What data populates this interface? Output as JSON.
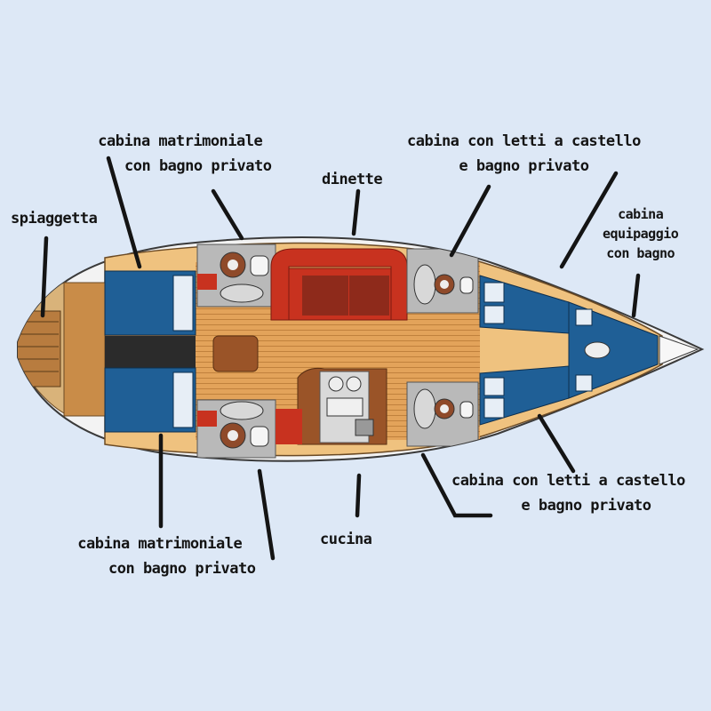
{
  "labels": {
    "master_cabin_top": {
      "line1": "cabina matrimoniale",
      "line2": "con bagno privato"
    },
    "bunk_cabin_top": {
      "line1": "cabina con letti a castello",
      "line2": "e bagno privato"
    },
    "dinette": {
      "line1": "dinette"
    },
    "spiaggetta": {
      "line1": "spiaggetta"
    },
    "crew_cabin": {
      "line1": "cabina",
      "line2": "equipaggio",
      "line3": "con bagno"
    },
    "bunk_cabin_bottom": {
      "line1": "cabina con letti a castello",
      "line2": "e bagno privato"
    },
    "cucina": {
      "line1": "cucina"
    },
    "master_cabin_bottom": {
      "line1": "cabina matrimoniale",
      "line2": "con bagno privato"
    }
  },
  "colors": {
    "background": "#dde8f6",
    "wood": "#e3a35a",
    "wood_light": "#efc27f",
    "bed_blue": "#1f5f96",
    "sofa_red": "#c8321f",
    "hull_outline": "#3a3a3a",
    "bathroom_grey": "#b9b9b9",
    "leader_line": "#141414"
  }
}
